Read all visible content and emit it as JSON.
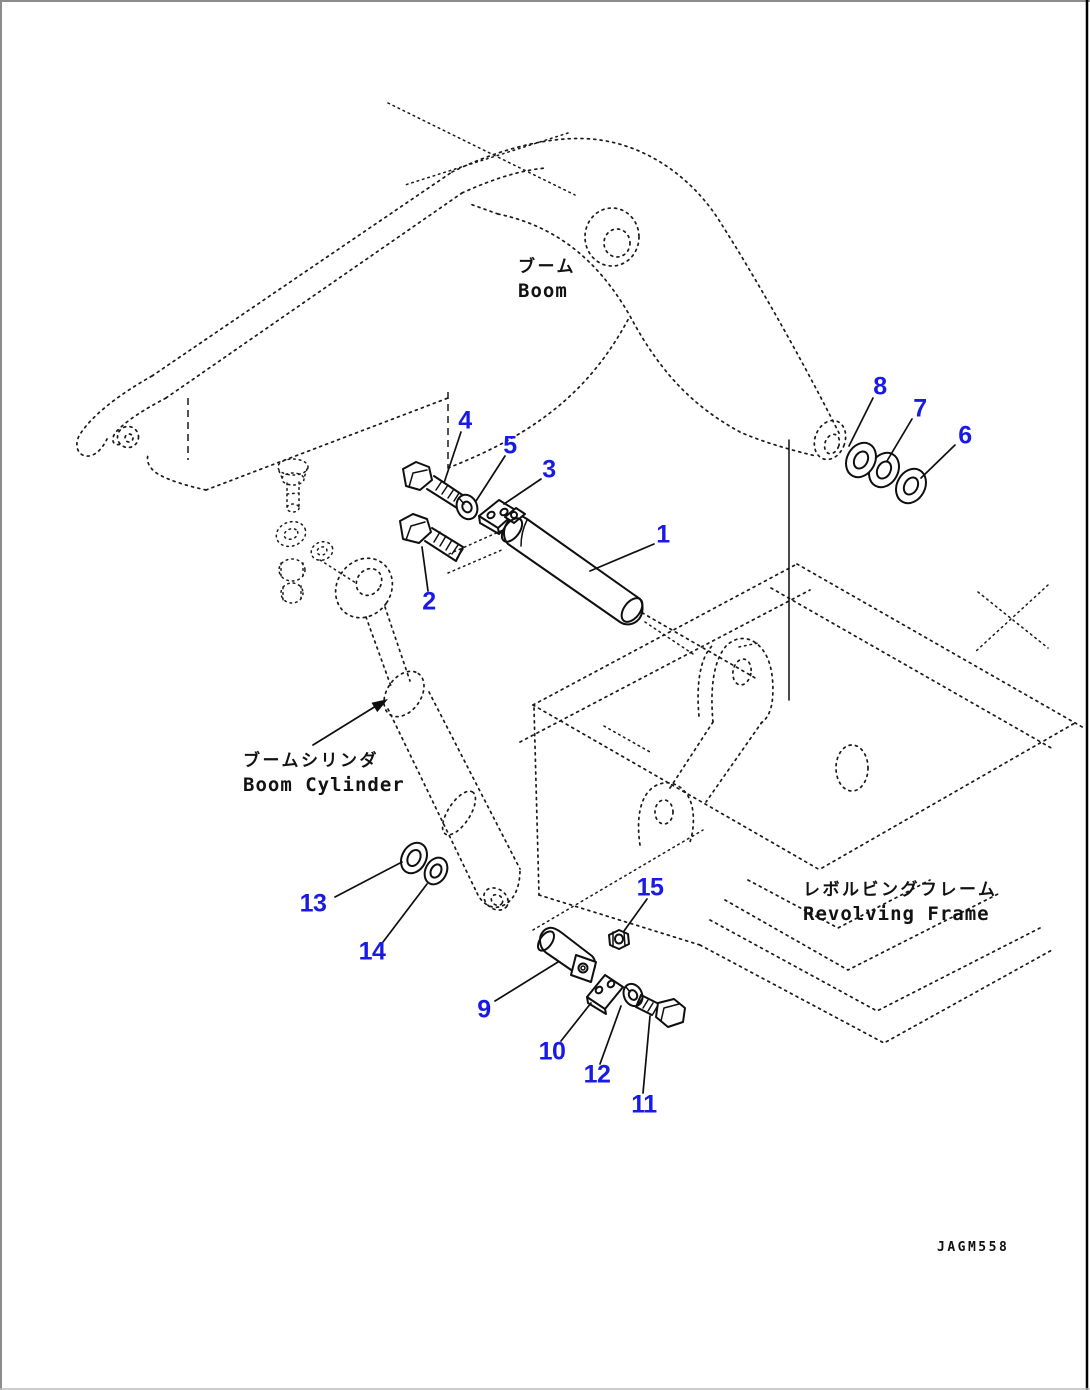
{
  "page": {
    "background": "#ffffff",
    "border_right_color": "#000000",
    "border_top_color": "#8c8c8c"
  },
  "drawing": {
    "code": "JAGM558",
    "callout_color": "#1a1ae6",
    "line_color": "#1a1a1a",
    "labels": {
      "boom": {
        "jp": "ブーム",
        "en": "Boom"
      },
      "boom_cylinder": {
        "jp": "ブームシリンダ",
        "en": "Boom Cylinder"
      },
      "revolving_frame": {
        "jp": "レボルビングフレーム",
        "en": "Revolving Frame"
      }
    },
    "callouts": [
      {
        "n": "1"
      },
      {
        "n": "2"
      },
      {
        "n": "3"
      },
      {
        "n": "4"
      },
      {
        "n": "5"
      },
      {
        "n": "6"
      },
      {
        "n": "7"
      },
      {
        "n": "8"
      },
      {
        "n": "9"
      },
      {
        "n": "10"
      },
      {
        "n": "11"
      },
      {
        "n": "12"
      },
      {
        "n": "13"
      },
      {
        "n": "14"
      },
      {
        "n": "15"
      }
    ]
  }
}
